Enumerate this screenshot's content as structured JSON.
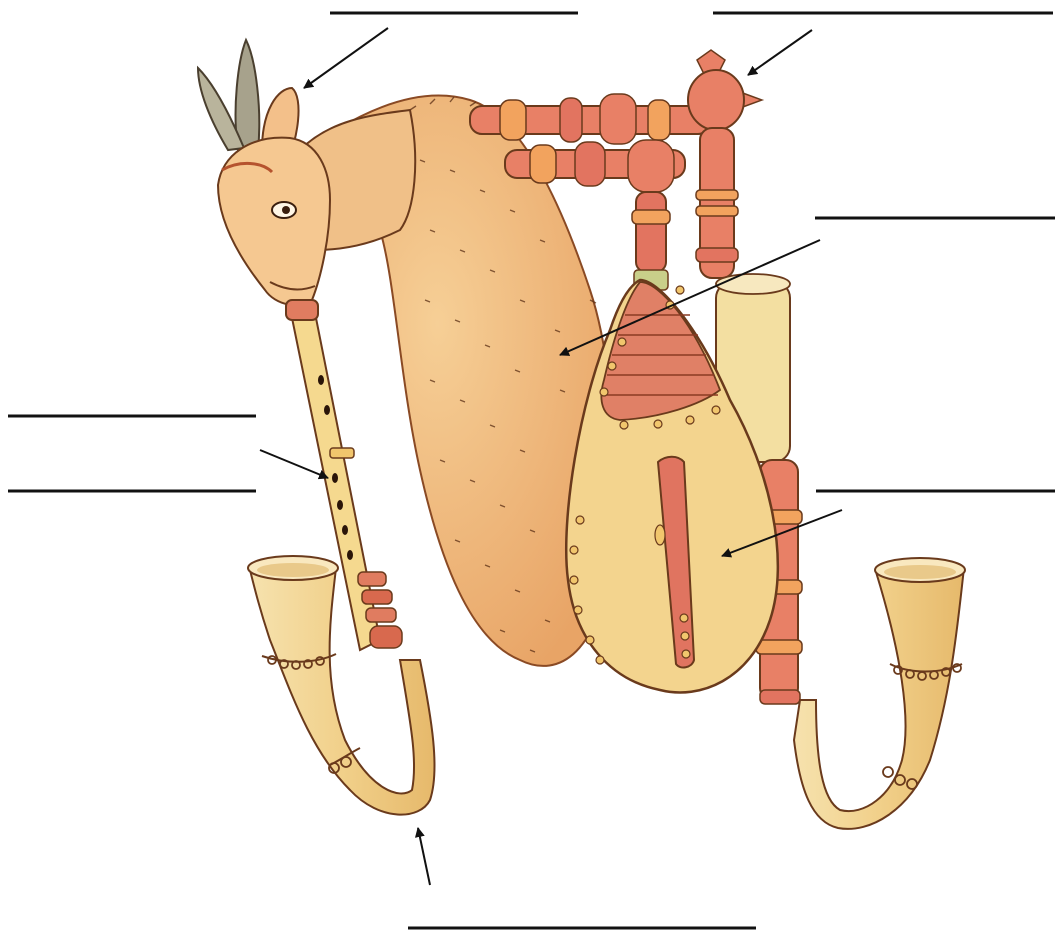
{
  "diagram": {
    "subject": "bagpipe-label-worksheet",
    "labels": [
      {
        "id": "top-left",
        "text": ""
      },
      {
        "id": "top-right",
        "text": ""
      },
      {
        "id": "right-upper",
        "text": ""
      },
      {
        "id": "left-upper",
        "text": ""
      },
      {
        "id": "left-lower",
        "text": ""
      },
      {
        "id": "right-lower",
        "text": ""
      },
      {
        "id": "bottom",
        "text": ""
      }
    ],
    "colors": {
      "bag": "#efb97a",
      "bag_shade": "#e09a5e",
      "pipe_red": "#e0745c",
      "pipe_dark": "#c8513d",
      "horn": "#f3d79a",
      "wood": "#f5d98f",
      "line": "#111111"
    }
  }
}
